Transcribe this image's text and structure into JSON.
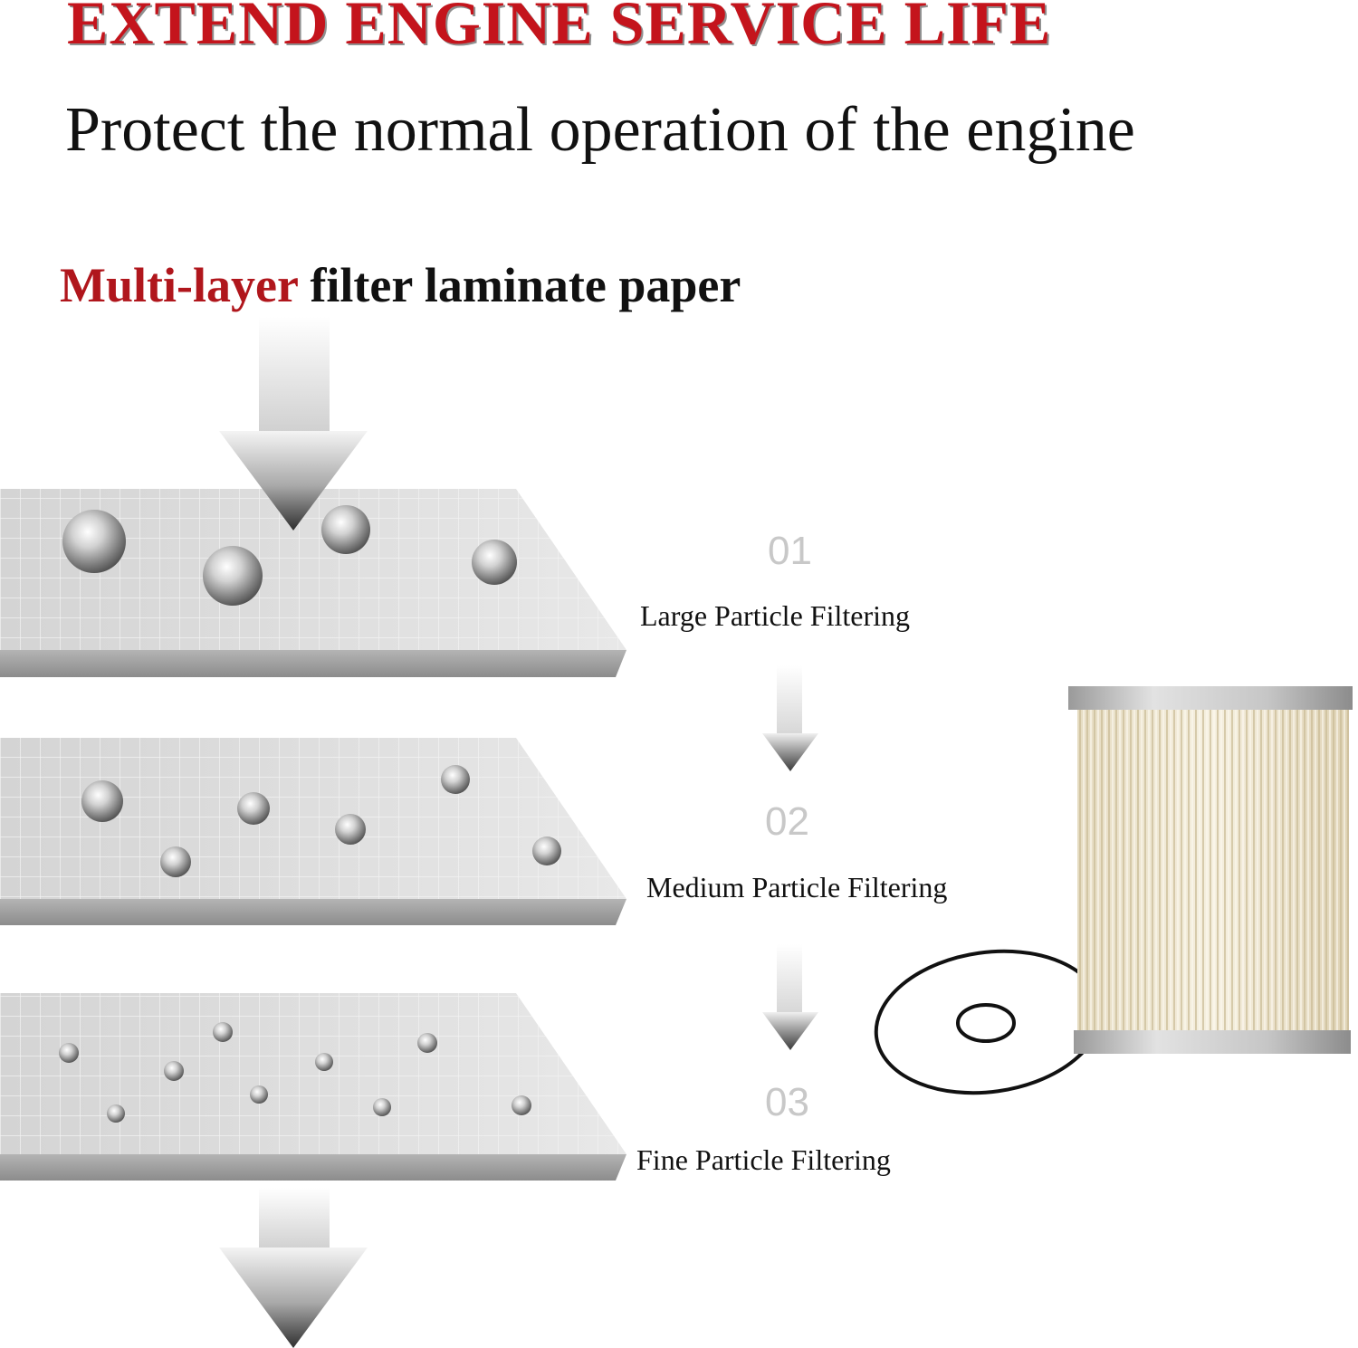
{
  "headline": "EXTEND ENGINE SERVICE LIFE",
  "subheadline": "Protect the normal operation of the engine",
  "layer_heading": {
    "highlight": "Multi-layer",
    "rest": " filter laminate paper"
  },
  "steps": [
    {
      "number": "01",
      "label": "Large Particle Filtering"
    },
    {
      "number": "02",
      "label": "Medium Particle Filtering"
    },
    {
      "number": "03",
      "label": "Fine Particle Filtering"
    }
  ],
  "colors": {
    "headline": "#c4141c",
    "highlight": "#b0161c",
    "step_number": "#c8c8c8",
    "filter_paper": "#efe8d6",
    "plate_top": "#dcdcdc",
    "plate_edge": "#9a9a9a"
  },
  "icons": [
    "down-arrow-icon",
    "water-droplet-icon",
    "filter-cartridge-icon",
    "o-ring-icon"
  ]
}
